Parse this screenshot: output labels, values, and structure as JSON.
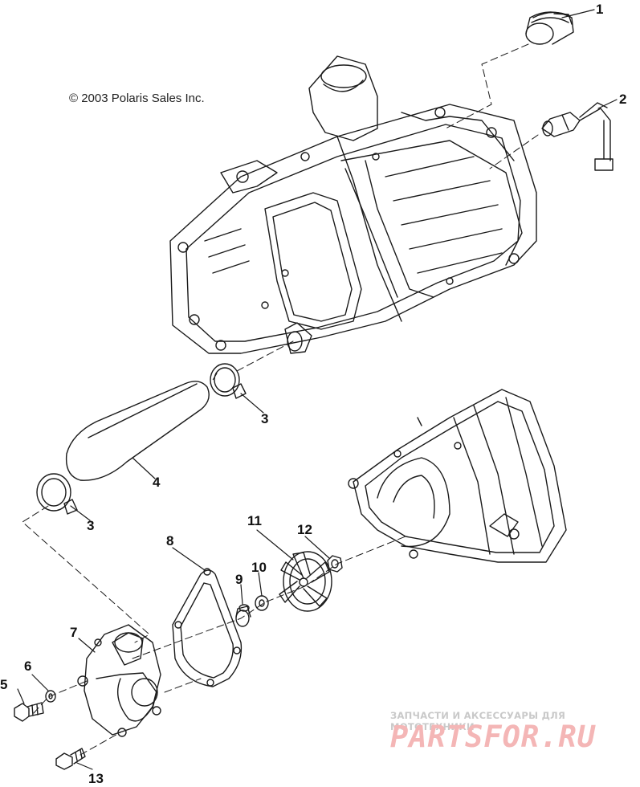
{
  "copyright": "© 2003 Polaris Sales Inc.",
  "callouts": [
    "1",
    "2",
    "3",
    "3",
    "4",
    "5",
    "6",
    "7",
    "8",
    "9",
    "10",
    "11",
    "12",
    "13"
  ],
  "watermark": {
    "tagline": "ЗАПЧАСТИ И АКСЕССУАРЫ ДЛЯ МОТОТЕХНИКИ",
    "logo": "PARTSFOR.RU"
  },
  "colors": {
    "line": "#1a1a1a",
    "watermark_logo": "#f4b6b6",
    "watermark_text": "#c9c9c9"
  }
}
